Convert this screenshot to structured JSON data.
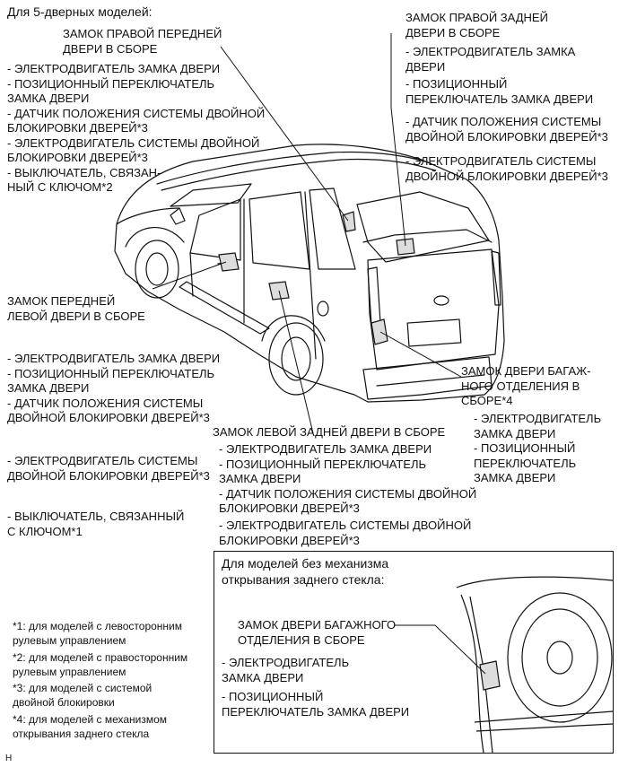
{
  "heading": "Для 5-дверных моделей:",
  "front_right": {
    "title": "ЗАМОК ПРАВОЙ ПЕРЕДНЕЙ\nДВЕРИ В СБОРЕ",
    "items": "- ЭЛЕКТРОДВИГАТЕЛЬ ЗАМКА ДВЕРИ\n- ПОЗИЦИОННЫЙ ПЕРЕКЛЮЧАТЕЛЬ\nЗАМКА ДВЕРИ\n- ДАТЧИК ПОЛОЖЕНИЯ СИСТЕМЫ ДВОЙНОЙ\nБЛОКИРОВКИ ДВЕРЕЙ*3\n- ЭЛЕКТРОДВИГАТЕЛЬ СИСТЕМЫ ДВОЙНОЙ\nБЛОКИРОВКИ ДВЕРЕЙ*3\n- ВЫКЛЮЧАТЕЛЬ, СВЯЗАН-\nНЫЙ С КЛЮЧОМ*2"
  },
  "rear_right": {
    "title": "ЗАМОК ПРАВОЙ ЗАДНЕЙ\nДВЕРИ В СБОРЕ",
    "item1": "- ЭЛЕКТРОДВИГАТЕЛЬ ЗАМКА\nДВЕРИ",
    "item2": "- ПОЗИЦИОННЫЙ\nПЕРЕКЛЮЧАТЕЛЬ ЗАМКА ДВЕРИ",
    "item3": "- ДАТЧИК ПОЛОЖЕНИЯ СИСТЕМЫ\nДВОЙНОЙ БЛОКИРОВКИ ДВЕРЕЙ*3",
    "item4": "- ЭЛЕКТРОДВИГАТЕЛЬ СИСТЕМЫ\nДВОЙНОЙ БЛОКИРОВКИ ДВЕРЕЙ*3"
  },
  "front_left": {
    "title": "ЗАМОК ПЕРЕДНЕЙ\nЛЕВОЙ ДВЕРИ В СБОРЕ",
    "item1": "- ЭЛЕКТРОДВИГАТЕЛЬ ЗАМКА ДВЕРИ\n- ПОЗИЦИОННЫЙ ПЕРЕКЛЮЧАТЕЛЬ\nЗАМКА ДВЕРИ\n- ДАТЧИК ПОЛОЖЕНИЯ СИСТЕМЫ\nДВОЙНОЙ БЛОКИРОВКИ ДВЕРЕЙ*3",
    "item2": "- ЭЛЕКТРОДВИГАТЕЛЬ СИСТЕМЫ\nДВОЙНОЙ БЛОКИРОВКИ ДВЕРЕЙ*3",
    "item3": "- ВЫКЛЮЧАТЕЛЬ, СВЯЗАННЫЙ\nС КЛЮЧОМ*1"
  },
  "tailgate": {
    "title": "ЗАМОК ДВЕРИ БАГАЖ-\nНОГО ОТДЕЛЕНИЯ В\nСБОРЕ*4",
    "items": "- ЭЛЕКТРОДВИГАТЕЛЬ\nЗАМКА ДВЕРИ\n- ПОЗИЦИОННЫЙ\nПЕРЕКЛЮЧАТЕЛЬ\nЗАМКА ДВЕРИ"
  },
  "rear_left": {
    "title": "ЗАМОК ЛЕВОЙ ЗАДНЕЙ ДВЕРИ В СБОРЕ",
    "item1": "- ЭЛЕКТРОДВИГАТЕЛЬ ЗАМКА ДВЕРИ\n- ПОЗИЦИОННЫЙ ПЕРЕКЛЮЧАТЕЛЬ\nЗАМКА ДВЕРИ\n- ДАТЧИК ПОЛОЖЕНИЯ СИСТЕМЫ ДВОЙНОЙ\nБЛОКИРОВКИ ДВЕРЕЙ*3",
    "item2": "- ЭЛЕКТРОДВИГАТЕЛЬ СИСТЕМЫ ДВОЙНОЙ\nБЛОКИРОВКИ ДВЕРЕЙ*3"
  },
  "inset": {
    "heading": "Для моделей без механизма\nоткрывания заднего стекла:",
    "title": "ЗАМОК ДВЕРИ БАГАЖНОГО\nОТДЕЛЕНИЯ В СБОРЕ",
    "item1": "- ЭЛЕКТРОДВИГАТЕЛЬ\nЗАМКА ДВЕРИ",
    "item2": "- ПОЗИЦИОННЫЙ\nПЕРЕКЛЮЧАТЕЛЬ ЗАМКА ДВЕРИ"
  },
  "notes": {
    "n1": "*1: для моделей с левосторонним\nрулевым управлением",
    "n2": "*2: для моделей с правосторонним\nрулевым управлением",
    "n3": "*3: для моделей с системой\nдвойной блокировки",
    "n4": "*4: для моделей с механизмом\nоткрывания заднего стекла"
  },
  "figure_code": "H"
}
